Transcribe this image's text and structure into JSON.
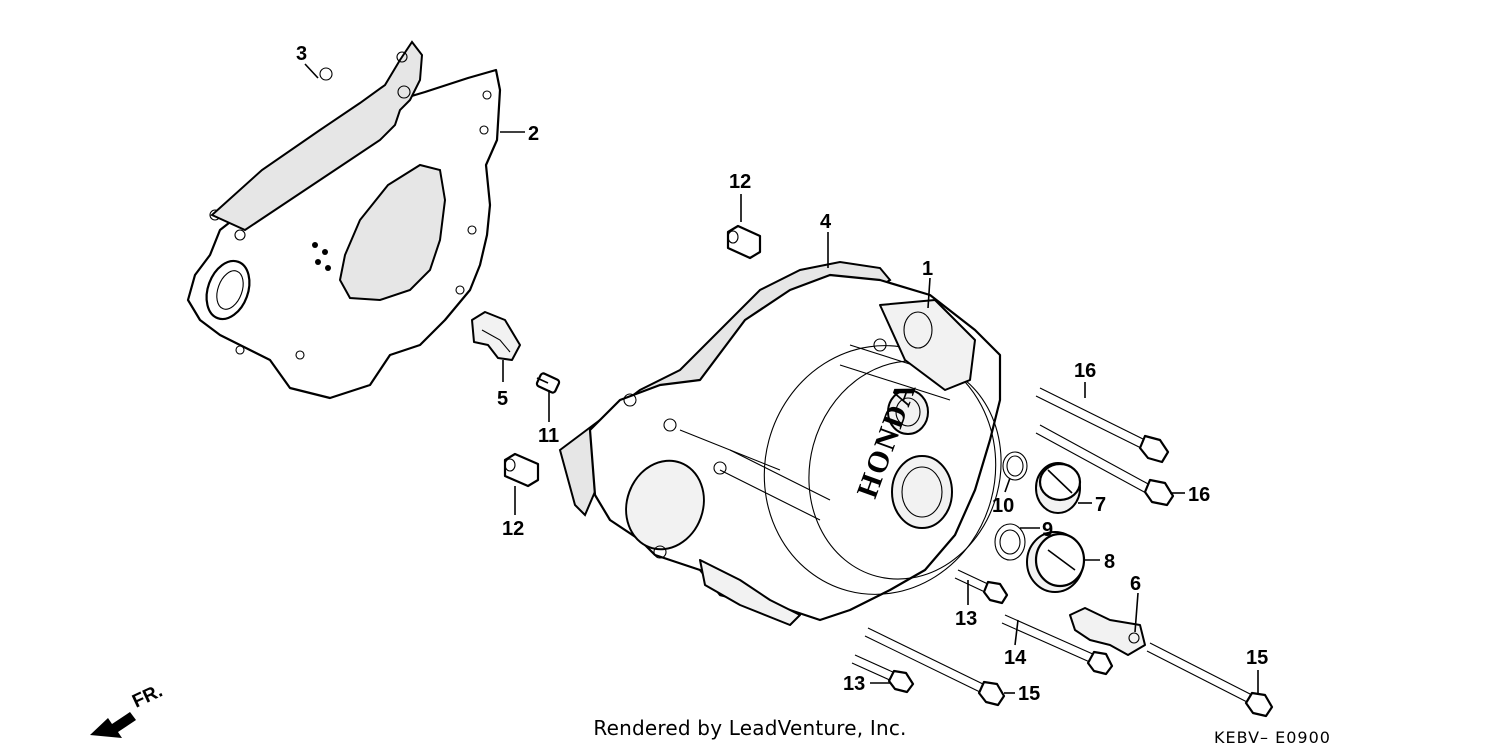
{
  "diagram": {
    "brand_mark": "HONDA",
    "direction_label": "FR.",
    "credit": "Rendered by LeadVenture, Inc.",
    "diagram_code": "KEBV– E0900",
    "callouts": [
      {
        "id": "c1",
        "label": "1"
      },
      {
        "id": "c2",
        "label": "2"
      },
      {
        "id": "c3",
        "label": "3"
      },
      {
        "id": "c4",
        "label": "4"
      },
      {
        "id": "c5",
        "label": "5"
      },
      {
        "id": "c6",
        "label": "6"
      },
      {
        "id": "c7",
        "label": "7"
      },
      {
        "id": "c8",
        "label": "8"
      },
      {
        "id": "c9",
        "label": "9"
      },
      {
        "id": "c10",
        "label": "10"
      },
      {
        "id": "c11",
        "label": "11"
      },
      {
        "id": "c12a",
        "label": "12"
      },
      {
        "id": "c12b",
        "label": "12"
      },
      {
        "id": "c13a",
        "label": "13"
      },
      {
        "id": "c13b",
        "label": "13"
      },
      {
        "id": "c14",
        "label": "14"
      },
      {
        "id": "c15a",
        "label": "15"
      },
      {
        "id": "c15b",
        "label": "15"
      },
      {
        "id": "c16a",
        "label": "16"
      },
      {
        "id": "c16b",
        "label": "16"
      }
    ]
  }
}
